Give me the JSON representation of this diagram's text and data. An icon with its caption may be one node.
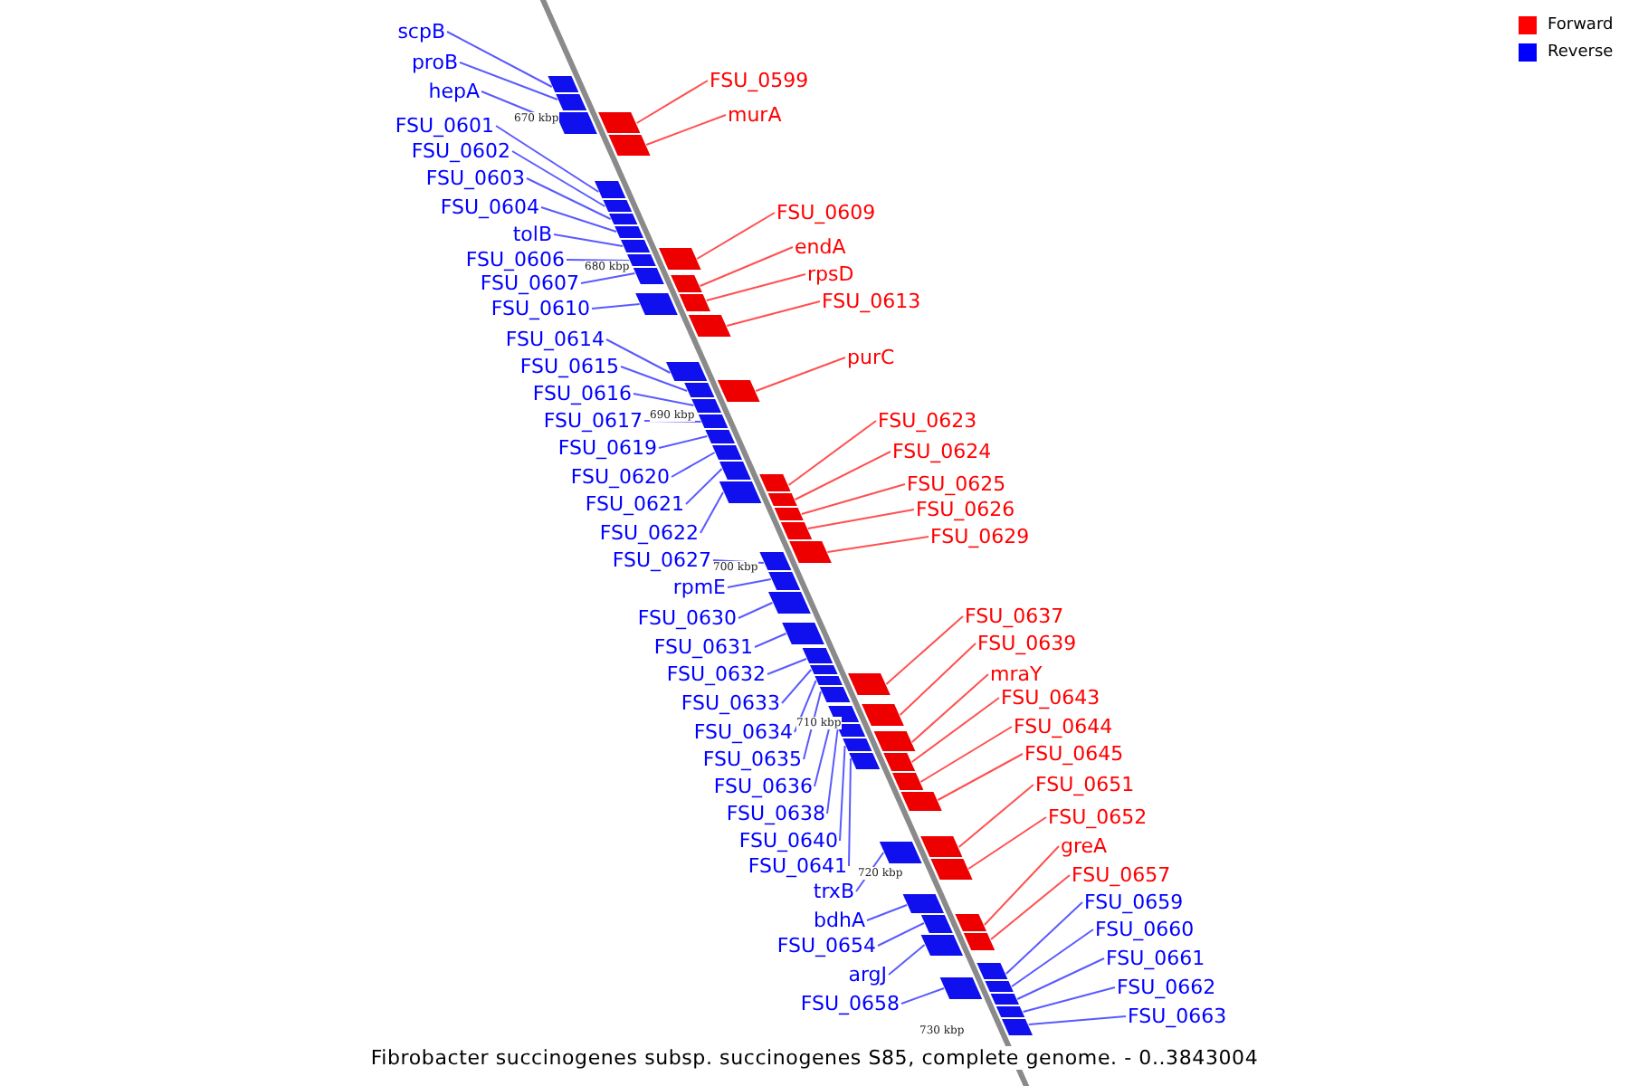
{
  "diagram": {
    "caption": "Fibrobacter succinogenes subsp. succinogenes S85, complete genome. - 0..3843004",
    "nodes": [
      {
        "text": [
          "scpB"
        ]
      },
      {
        "text": [
          "proB"
        ]
      },
      {
        "text": [
          "hepA"
        ]
      },
      {
        "text": [
          "FSU_0601"
        ]
      },
      {
        "text": [
          "FSU_0602"
        ]
      },
      {
        "text": [
          "FSU_0603"
        ]
      },
      {
        "text": [
          "FSU_0604"
        ]
      },
      {
        "text": [
          "tolB"
        ]
      },
      {
        "text": [
          "FSU_0606"
        ]
      },
      {
        "text": [
          "FSU_0607"
        ]
      },
      {
        "text": [
          "FSU_0610"
        ]
      },
      {
        "text": [
          "FSU_0614"
        ]
      },
      {
        "text": [
          "FSU_0615"
        ]
      },
      {
        "text": [
          "FSU_0616"
        ]
      },
      {
        "text": [
          "FSU_0617"
        ]
      },
      {
        "text": [
          "FSU_0619"
        ]
      },
      {
        "text": [
          "FSU_0620"
        ]
      },
      {
        "text": [
          "FSU_0621"
        ]
      },
      {
        "text": [
          "FSU_0622"
        ]
      },
      {
        "text": [
          "FSU_0627"
        ]
      },
      {
        "text": [
          "rpmE"
        ]
      },
      {
        "text": [
          "FSU_0630"
        ]
      },
      {
        "text": [
          "FSU_0631"
        ]
      },
      {
        "text": [
          "FSU_0632"
        ]
      },
      {
        "text": [
          "FSU_0633"
        ]
      },
      {
        "text": [
          "FSU_0634"
        ]
      },
      {
        "text": [
          "FSU_0635"
        ]
      },
      {
        "text": [
          "FSU_0636"
        ]
      },
      {
        "text": [
          "FSU_0638"
        ]
      },
      {
        "text": [
          "FSU_0640"
        ]
      },
      {
        "text": [
          "FSU_0641"
        ]
      },
      {
        "text": [
          "trxB"
        ]
      },
      {
        "text": [
          "bdhA"
        ]
      },
      {
        "text": [
          "FSU_0654"
        ]
      },
      {
        "text": [
          "argJ"
        ]
      },
      {
        "text": [
          "FSU_0658"
        ]
      },
      {
        "text": [
          "FSU_0599"
        ]
      },
      {
        "text": [
          "murA"
        ]
      },
      {
        "text": [
          "FSU_0609"
        ]
      },
      {
        "text": [
          "endA"
        ]
      },
      {
        "text": [
          "rpsD"
        ]
      },
      {
        "text": [
          "FSU_0613"
        ]
      },
      {
        "text": [
          "purC"
        ]
      },
      {
        "text": [
          "FSU_0623"
        ]
      },
      {
        "text": [
          "FSU_0624"
        ]
      },
      {
        "text": [
          "FSU_0625"
        ]
      },
      {
        "text": [
          "FSU_0626"
        ]
      },
      {
        "text": [
          "FSU_0629"
        ]
      },
      {
        "text": [
          "FSU_0637"
        ]
      },
      {
        "text": [
          "FSU_0639"
        ]
      },
      {
        "text": [
          "mraY"
        ]
      },
      {
        "text": [
          "FSU_0643"
        ]
      },
      {
        "text": [
          "FSU_0644"
        ]
      },
      {
        "text": [
          "FSU_0645"
        ]
      },
      {
        "text": [
          "FSU_0651"
        ]
      },
      {
        "text": [
          "FSU_0652"
        ]
      },
      {
        "text": [
          "greA"
        ]
      },
      {
        "text": [
          "FSU_0657"
        ]
      },
      {
        "text": [
          "FSU_0659"
        ]
      },
      {
        "text": [
          "FSU_0660"
        ]
      },
      {
        "text": [
          "FSU_0661"
        ]
      },
      {
        "text": [
          "FSU_0662"
        ]
      },
      {
        "text": [
          "FSU_0663"
        ]
      },
      {
        "text": [],
        "shape": "bar"
      },
      {
        "text": [],
        "shape": "bar"
      },
      {
        "text": [],
        "shape": "bar"
      },
      {
        "text": [],
        "shape": "bar"
      },
      {
        "text": [],
        "shape": "bar"
      },
      {
        "text": [],
        "shape": "bar"
      },
      {
        "text": [],
        "shape": "bar"
      },
      {
        "text": [],
        "shape": "bar"
      },
      {
        "text": [],
        "shape": "bar"
      },
      {
        "text": [],
        "shape": "bar"
      },
      {
        "text": [],
        "shape": "bar"
      },
      {
        "text": [],
        "shape": "bar"
      },
      {
        "text": [],
        "shape": "bar"
      },
      {
        "text": [],
        "shape": "bar"
      },
      {
        "text": [],
        "shape": "bar"
      },
      {
        "text": [],
        "shape": "bar"
      },
      {
        "text": [],
        "shape": "bar"
      },
      {
        "text": [],
        "shape": "bar"
      },
      {
        "text": [],
        "shape": "bar"
      },
      {
        "text": [],
        "shape": "bar"
      },
      {
        "text": [],
        "shape": "bar"
      },
      {
        "text": [],
        "shape": "bar"
      },
      {
        "text": [],
        "shape": "bar"
      },
      {
        "text": [],
        "shape": "bar"
      },
      {
        "text": [],
        "shape": "bar"
      },
      {
        "text": [],
        "shape": "bar"
      },
      {
        "text": [],
        "shape": "bar"
      },
      {
        "text": [],
        "shape": "bar"
      },
      {
        "text": [],
        "shape": "bar"
      },
      {
        "text": [],
        "shape": "bar"
      },
      {
        "text": [],
        "shape": "bar"
      },
      {
        "text": [],
        "shape": "bar"
      },
      {
        "text": [],
        "shape": "bar"
      },
      {
        "text": [],
        "shape": "bar"
      },
      {
        "text": [],
        "shape": "bar"
      },
      {
        "text": [],
        "shape": "bar"
      },
      {
        "text": [],
        "shape": "bar"
      },
      {
        "text": [],
        "shape": "bar"
      },
      {
        "text": [],
        "shape": "bar"
      },
      {
        "text": [],
        "shape": "bar"
      },
      {
        "text": [],
        "shape": "bar"
      },
      {
        "text": [],
        "shape": "bar"
      },
      {
        "text": [],
        "shape": "bar"
      },
      {
        "text": [],
        "shape": "bar"
      },
      {
        "text": [],
        "shape": "bar"
      },
      {
        "text": [],
        "shape": "bar"
      },
      {
        "text": [],
        "shape": "bar"
      },
      {
        "text": [],
        "shape": "bar"
      },
      {
        "text": [],
        "shape": "bar"
      },
      {
        "text": [],
        "shape": "bar"
      },
      {
        "text": [],
        "shape": "bar"
      },
      {
        "text": [],
        "shape": "bar"
      },
      {
        "text": [],
        "shape": "bar"
      },
      {
        "text": [],
        "shape": "bar"
      },
      {
        "text": [],
        "shape": "bar"
      },
      {
        "text": [],
        "shape": "bar"
      },
      {
        "text": [],
        "shape": "bar"
      },
      {
        "text": [],
        "shape": "bar"
      },
      {
        "text": [],
        "shape": "bar"
      },
      {
        "text": [],
        "shape": "bar"
      },
      {
        "text": [],
        "shape": "bar"
      },
      {
        "text": [],
        "shape": "bar"
      },
      {
        "text": [],
        "shape": "bar"
      }
    ],
    "edges": [
      {
        "from": 0,
        "to": 63,
        "arrow": "none"
      },
      {
        "from": 1,
        "to": 64,
        "arrow": "none"
      },
      {
        "from": 2,
        "to": 65,
        "arrow": "none"
      },
      {
        "from": 3,
        "to": 66,
        "arrow": "none"
      },
      {
        "from": 4,
        "to": 67,
        "arrow": "none"
      },
      {
        "from": 5,
        "to": 68,
        "arrow": "none"
      },
      {
        "from": 6,
        "to": 69,
        "arrow": "none"
      },
      {
        "from": 7,
        "to": 70,
        "arrow": "none"
      },
      {
        "from": 8,
        "to": 71,
        "arrow": "none"
      },
      {
        "from": 9,
        "to": 72,
        "arrow": "none"
      },
      {
        "from": 10,
        "to": 73,
        "arrow": "none"
      },
      {
        "from": 11,
        "to": 74,
        "arrow": "none"
      },
      {
        "from": 12,
        "to": 75,
        "arrow": "none"
      },
      {
        "from": 13,
        "to": 76,
        "arrow": "none"
      },
      {
        "from": 14,
        "to": 77,
        "arrow": "none"
      },
      {
        "from": 15,
        "to": 78,
        "arrow": "none"
      },
      {
        "from": 16,
        "to": 79,
        "arrow": "none"
      },
      {
        "from": 17,
        "to": 80,
        "arrow": "none"
      },
      {
        "from": 18,
        "to": 81,
        "arrow": "none"
      },
      {
        "from": 19,
        "to": 82,
        "arrow": "none"
      },
      {
        "from": 20,
        "to": 83,
        "arrow": "none"
      },
      {
        "from": 21,
        "to": 84,
        "arrow": "none"
      },
      {
        "from": 22,
        "to": 85,
        "arrow": "none"
      },
      {
        "from": 23,
        "to": 86,
        "arrow": "none"
      },
      {
        "from": 24,
        "to": 87,
        "arrow": "none"
      },
      {
        "from": 25,
        "to": 88,
        "arrow": "none"
      },
      {
        "from": 26,
        "to": 89,
        "arrow": "none"
      },
      {
        "from": 27,
        "to": 90,
        "arrow": "none"
      },
      {
        "from": 28,
        "to": 91,
        "arrow": "none"
      },
      {
        "from": 29,
        "to": 92,
        "arrow": "none"
      },
      {
        "from": 30,
        "to": 93,
        "arrow": "none"
      },
      {
        "from": 31,
        "to": 94,
        "arrow": "none"
      },
      {
        "from": 32,
        "to": 95,
        "arrow": "none"
      },
      {
        "from": 33,
        "to": 96,
        "arrow": "none"
      },
      {
        "from": 34,
        "to": 97,
        "arrow": "none"
      },
      {
        "from": 35,
        "to": 98,
        "arrow": "none"
      },
      {
        "from": 36,
        "to": 99,
        "arrow": "none",
        "color": "#ff5050"
      },
      {
        "from": 37,
        "to": 100,
        "arrow": "none",
        "color": "#ff5050"
      },
      {
        "from": 38,
        "to": 101,
        "arrow": "none",
        "color": "#ff5050"
      },
      {
        "from": 39,
        "to": 102,
        "arrow": "none",
        "color": "#ff5050"
      },
      {
        "from": 40,
        "to": 103,
        "arrow": "none",
        "color": "#ff5050"
      },
      {
        "from": 41,
        "to": 104,
        "arrow": "none",
        "color": "#ff5050"
      },
      {
        "from": 42,
        "to": 105,
        "arrow": "none",
        "color": "#ff5050"
      },
      {
        "from": 43,
        "to": 106,
        "arrow": "none",
        "color": "#ff5050"
      },
      {
        "from": 44,
        "to": 107,
        "arrow": "none",
        "color": "#ff5050"
      },
      {
        "from": 45,
        "to": 108,
        "arrow": "none",
        "color": "#ff5050"
      },
      {
        "from": 46,
        "to": 109,
        "arrow": "none",
        "color": "#ff5050"
      },
      {
        "from": 47,
        "to": 110,
        "arrow": "none",
        "color": "#ff5050"
      },
      {
        "from": 48,
        "to": 111,
        "arrow": "none",
        "color": "#ff5050"
      },
      {
        "from": 49,
        "to": 112,
        "arrow": "none",
        "color": "#ff5050"
      },
      {
        "from": 50,
        "to": 113,
        "arrow": "none",
        "color": "#ff5050"
      },
      {
        "from": 51,
        "to": 114,
        "arrow": "none",
        "color": "#ff5050"
      },
      {
        "from": 52,
        "to": 115,
        "arrow": "none",
        "color": "#ff5050"
      },
      {
        "from": 53,
        "to": 116,
        "arrow": "none",
        "color": "#ff5050"
      },
      {
        "from": 54,
        "to": 117,
        "arrow": "none",
        "color": "#ff5050"
      },
      {
        "from": 55,
        "to": 118,
        "arrow": "none",
        "color": "#ff5050"
      },
      {
        "from": 56,
        "to": 119,
        "arrow": "none",
        "color": "#ff5050"
      },
      {
        "from": 57,
        "to": 120,
        "arrow": "none",
        "color": "#ff5050"
      },
      {
        "from": 58,
        "to": 121,
        "arrow": "none"
      },
      {
        "from": 59,
        "to": 122,
        "arrow": "none"
      },
      {
        "from": 60,
        "to": 123,
        "arrow": "none"
      },
      {
        "from": 61,
        "to": 124,
        "arrow": "none"
      },
      {
        "from": 62,
        "to": 125,
        "arrow": "none"
      }
    ],
    "labels": [
      "670 kbp",
      "680 kbp",
      "690 kbp",
      "700 kbp",
      "710 kbp",
      "720 kbp",
      "730 kbp"
    ],
    "legend": [
      {
        "text": "Forward",
        "color": "#ff0000"
      },
      {
        "text": "Reverse",
        "color": "#0000ff"
      }
    ]
  }
}
